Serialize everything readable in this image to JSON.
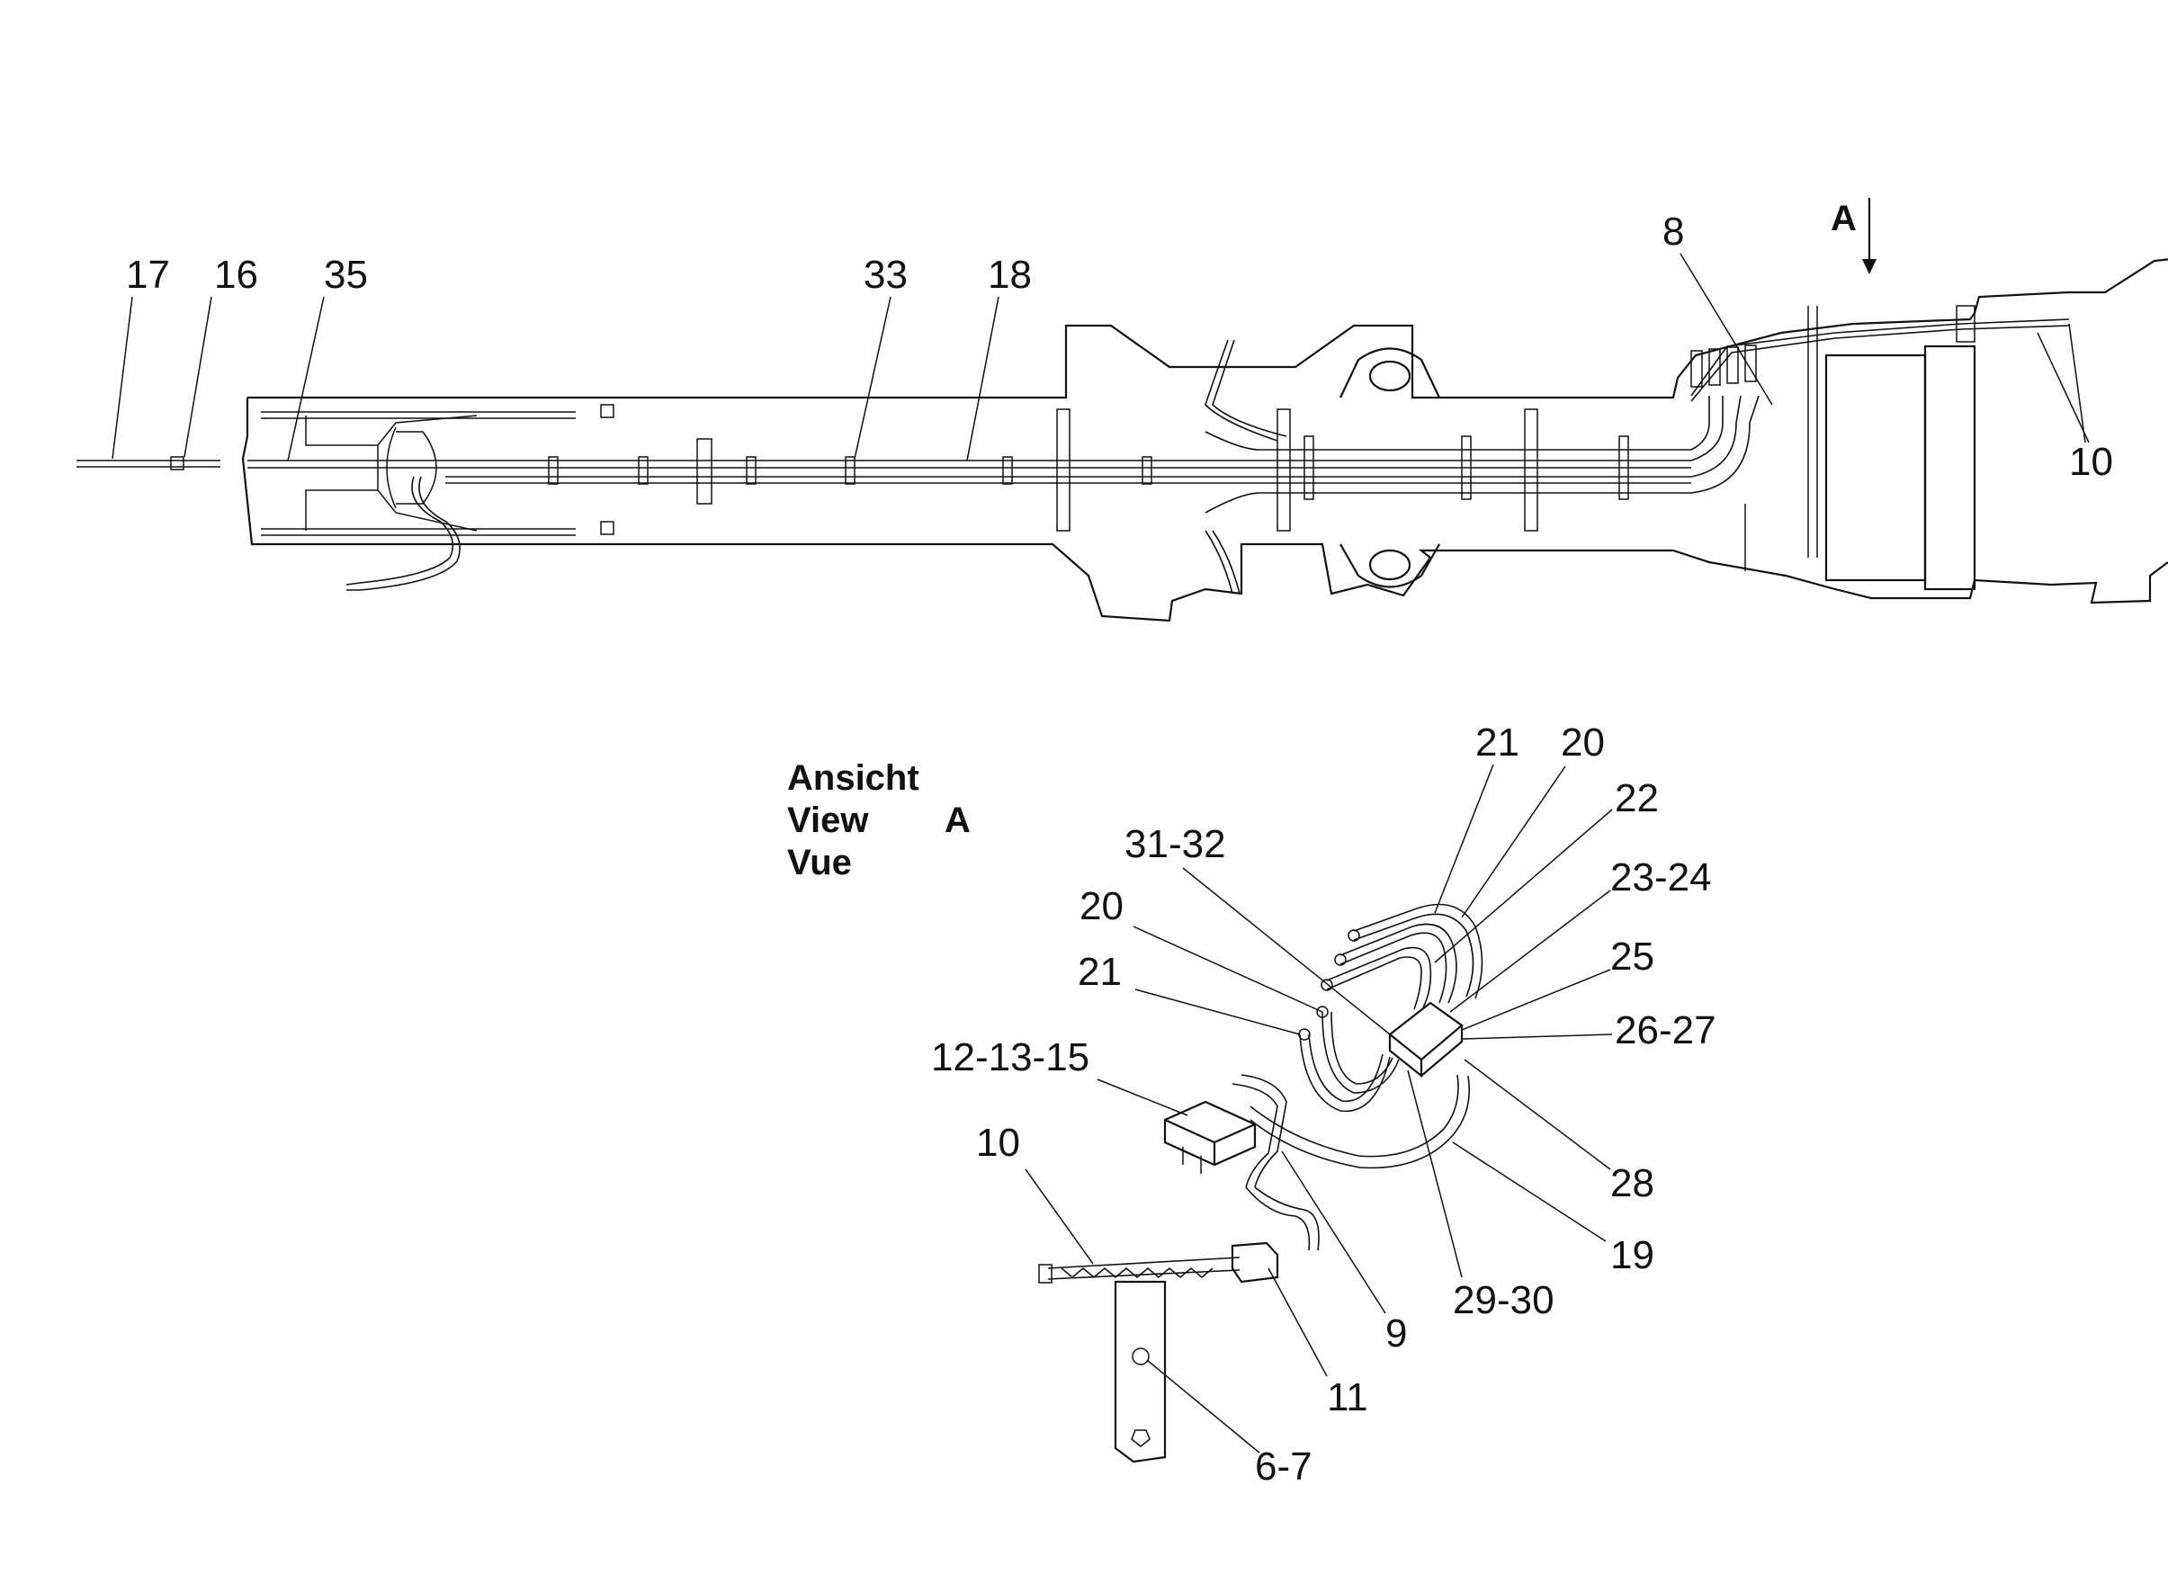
{
  "view": {
    "arrow_label": "A",
    "title_lines": [
      "Ansicht",
      "View",
      "Vue"
    ],
    "title_letter": "A"
  },
  "callouts_top": {
    "c17": "17",
    "c16": "16",
    "c35": "35",
    "c33": "33",
    "c18": "18",
    "c8": "8",
    "c10": "10"
  },
  "callouts_detail": {
    "c21a": "21",
    "c20a": "20",
    "c22": "22",
    "c31_32": "31-32",
    "c23_24": "23-24",
    "c20b": "20",
    "c25": "25",
    "c21b": "21",
    "c26_27": "26-27",
    "c12_13_15": "12-13-15",
    "c28": "28",
    "c10": "10",
    "c19": "19",
    "c29_30": "29-30",
    "c9": "9",
    "c11": "11",
    "c6_7": "6-7"
  }
}
